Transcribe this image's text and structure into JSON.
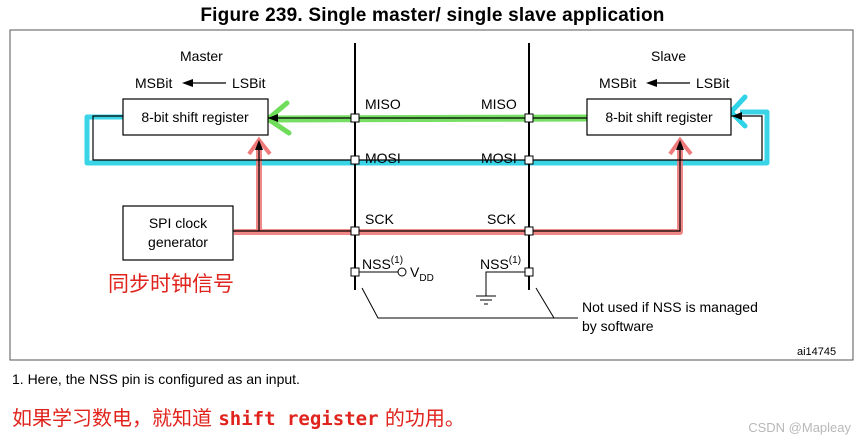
{
  "figure": {
    "title": "Figure 239. Single master/ single slave application",
    "reference": "ai14745"
  },
  "master": {
    "heading": "Master",
    "msbit": "MSBit",
    "lsbit": "LSBit",
    "register": "8-bit shift register",
    "clock_line1": "SPI clock",
    "clock_line2": "generator",
    "annotation_cn": "同步时钟信号"
  },
  "slave": {
    "heading": "Slave",
    "msbit": "MSBit",
    "lsbit": "LSBit",
    "register": "8-bit shift register"
  },
  "signals": {
    "miso": "MISO",
    "mosi": "MOSI",
    "sck": "SCK",
    "nss": "NSS",
    "nss_sup": "(1)",
    "vdd": "V",
    "vdd_sub": "DD"
  },
  "callout": {
    "line1": "Not used if NSS is managed",
    "line2": "by software"
  },
  "footnote": "1.   Here, the NSS pin is configured as an input.",
  "note_cn": {
    "prefix": "如果学习数电，就知道 ",
    "code": "shift register",
    "suffix": " 的功用。"
  },
  "watermark": "CSDN @Mapleay",
  "colors": {
    "miso_highlight": "#6fdc5a",
    "mosi_highlight": "#2fd2e6",
    "sck_highlight": "#f07a7a",
    "annotation_red": "#e0231c"
  }
}
